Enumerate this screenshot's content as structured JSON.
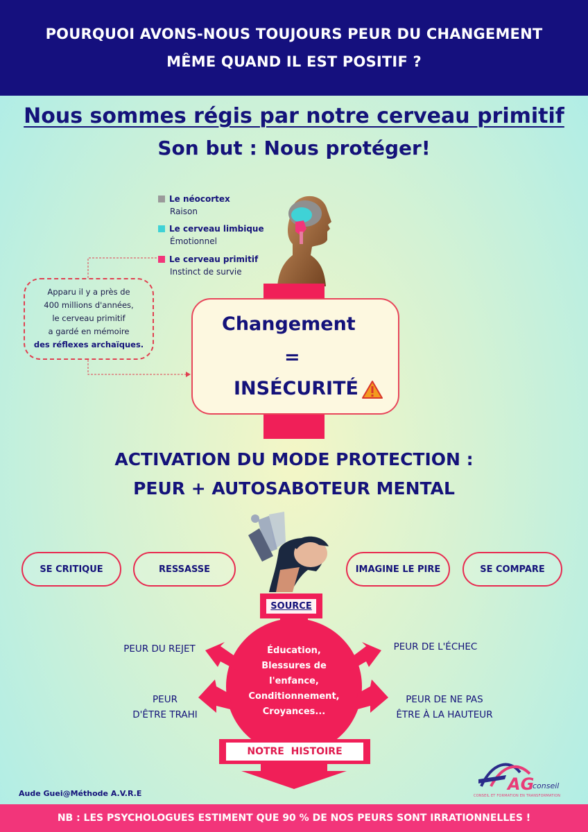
{
  "header": {
    "line1": "POURQUOI AVONS-NOUS TOUJOURS PEUR DU CHANGEMENT",
    "line2": "MÊME QUAND IL EST POSITIF ?"
  },
  "subtitle": {
    "line1": "Nous sommes régis par notre cerveau primitif",
    "line2": "Son but : Nous protéger!"
  },
  "legend": [
    {
      "title": "Le néocortex",
      "sub": "Raison",
      "color": "#9a9a9a",
      "icon": "square-icon"
    },
    {
      "title": "Le cerveau limbique",
      "sub": "Émotionnel",
      "color": "#3fd2d6",
      "icon": "square-icon"
    },
    {
      "title": "Le cerveau primitif",
      "sub": "Instinct de survie",
      "color": "#f2357a",
      "icon": "square-icon"
    }
  ],
  "info_box": {
    "lines": [
      "Apparu il y a près de",
      "400 millions d'années,",
      "le cerveau primitif",
      "a gardé en mémoire"
    ],
    "bold": "des réflexes archaïques."
  },
  "equation": {
    "line1": "Changement",
    "eq": "=",
    "line3": "INSÉCURITÉ",
    "icon": "warning-icon"
  },
  "activation": {
    "line1": "ACTIVATION DU MODE PROTECTION :",
    "line2": "PEUR + AUTOSABOTEUR MENTAL"
  },
  "saboteurs": [
    "SE CRITIQUE",
    "RESSASSE",
    "IMAGINE LE PIRE",
    "SE COMPARE"
  ],
  "source": {
    "label": "SOURCE",
    "circle_lines": [
      "Éducation,",
      "Blessures de",
      "l'enfance,",
      "Conditionnement,",
      "Croyances..."
    ]
  },
  "fears": {
    "top_left": "PEUR DU REJET",
    "bottom_left": [
      "PEUR",
      "D'ÊTRE TRAHI"
    ],
    "top_right": "PEUR DE L'ÉCHEC",
    "bottom_right": [
      "PEUR DE NE PAS",
      "ÊTRE À LA HAUTEUR"
    ]
  },
  "story": {
    "label": "NOTRE  HISTOIRE"
  },
  "author": "Aude Guei@Méthode A.V.R.E",
  "logo": {
    "word": "AG",
    "word2": "conseil",
    "tagline": "CONSEIL ET FORMATION EN TRANSFORMATION"
  },
  "footer": "NB : LES PSYCHOLOGUES ESTIMENT QUE 90 % DE NOS PEURS SONT IRRATIONNELLES !",
  "colors": {
    "navy": "#15107e",
    "pink": "#f01f58",
    "footer_pink": "#f2357a"
  }
}
